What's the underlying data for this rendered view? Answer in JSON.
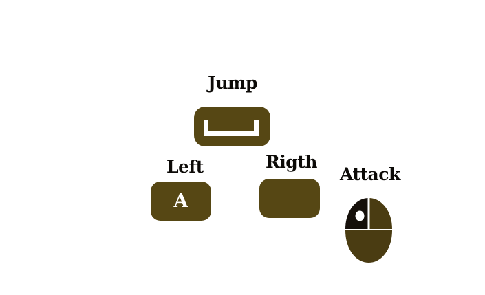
{
  "controls": {
    "jump": {
      "label": "Jump",
      "key": "space-key",
      "icon": "spacebar-icon"
    },
    "left": {
      "label": "Left",
      "key_text": "A"
    },
    "right": {
      "label": "Rigth",
      "key_text": ""
    },
    "attack": {
      "label": "Attack",
      "icon": "mouse-left-click-icon"
    }
  },
  "colors": {
    "key_fill": "#564714",
    "mouse_dark": "#15100a",
    "mouse_body": "#4a3c12",
    "label_text": "#0c0a07",
    "background": "#ffffff"
  }
}
